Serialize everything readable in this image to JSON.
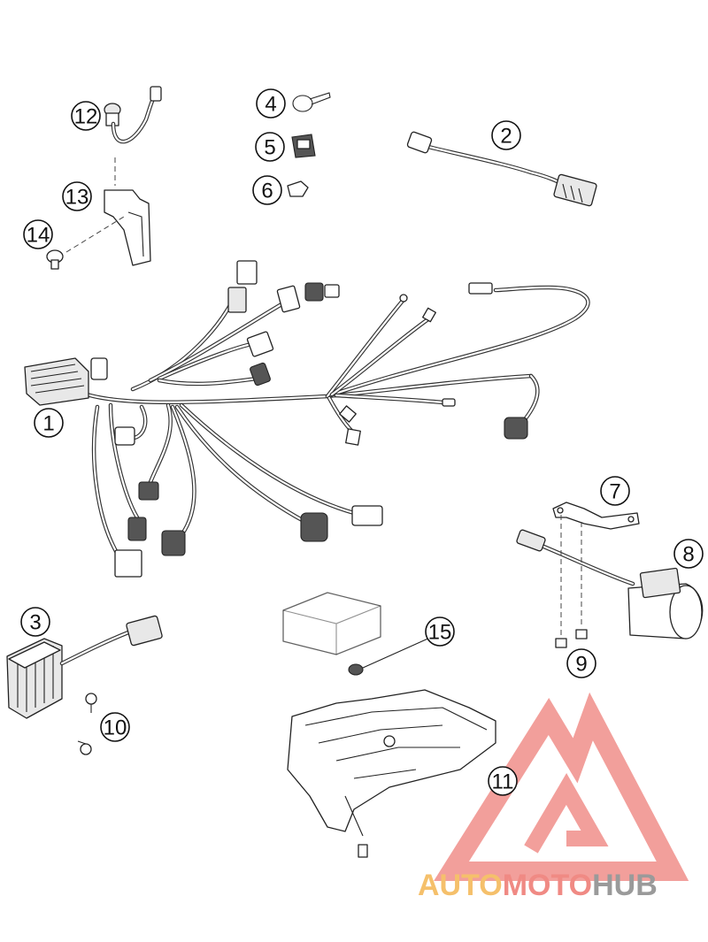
{
  "callouts": [
    {
      "id": "1",
      "label": "1"
    },
    {
      "id": "2",
      "label": "2"
    },
    {
      "id": "3",
      "label": "3"
    },
    {
      "id": "4",
      "label": "4"
    },
    {
      "id": "5",
      "label": "5"
    },
    {
      "id": "6",
      "label": "6"
    },
    {
      "id": "7",
      "label": "7"
    },
    {
      "id": "8",
      "label": "8"
    },
    {
      "id": "9",
      "label": "9"
    },
    {
      "id": "10",
      "label": "10"
    },
    {
      "id": "11",
      "label": "11"
    },
    {
      "id": "12",
      "label": "12"
    },
    {
      "id": "13",
      "label": "13"
    },
    {
      "id": "14",
      "label": "14"
    },
    {
      "id": "15",
      "label": "15"
    }
  ],
  "watermark": {
    "part1": "AUTO",
    "part2": "MOTO",
    "part3": "HUB",
    "color1": "#f5c06b",
    "color2": "#f08a84",
    "color3": "#9a9a9a",
    "triangle_color": "#ee7f7a"
  }
}
